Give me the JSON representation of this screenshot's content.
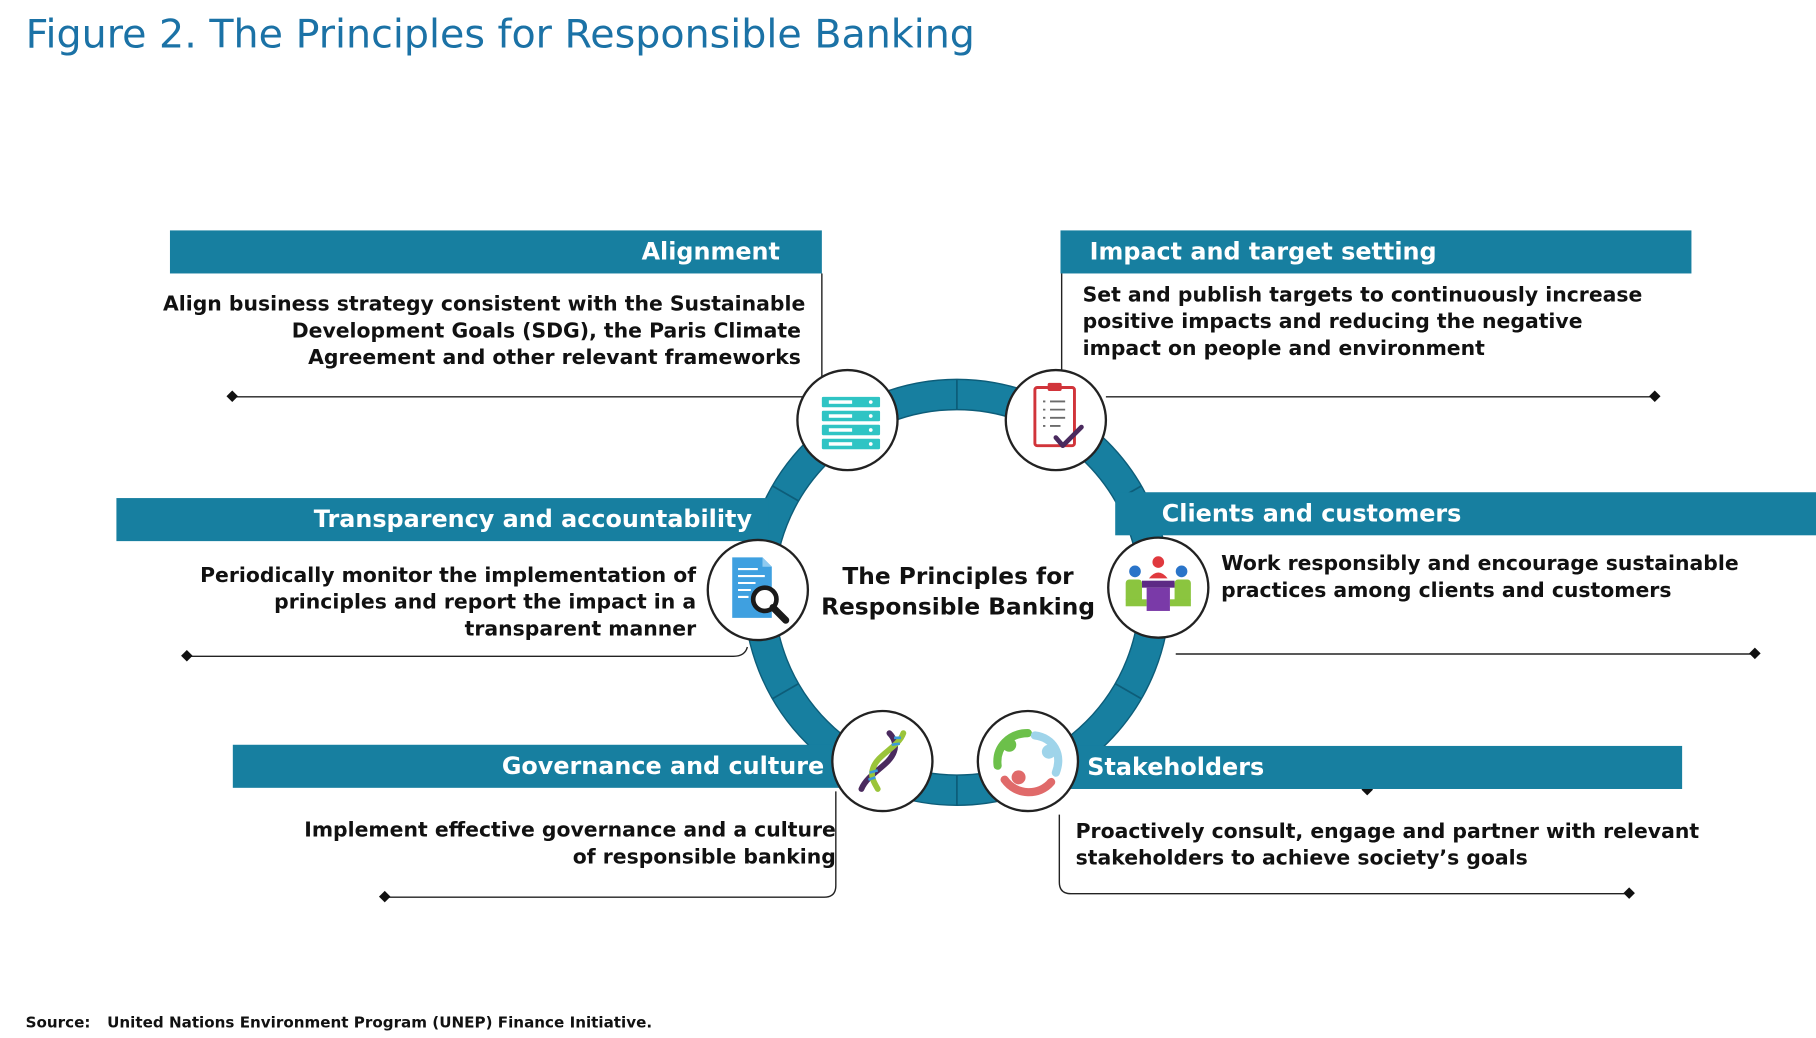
{
  "title": "Figure 2. The Principles for Responsible Banking",
  "center": {
    "line1": "The Principles for",
    "line2": "Responsible Banking"
  },
  "principles": {
    "alignment": {
      "heading": "Alignment",
      "lines": [
        "Align business strategy consistent with the Sustainable",
        "Development Goals (SDG), the Paris Climate",
        "Agreement and other relevant frameworks"
      ],
      "icon": "server-stack-icon"
    },
    "impact": {
      "heading": "Impact and target setting",
      "lines": [
        "Set and publish targets to continuously increase",
        "positive impacts and reducing the negative",
        "impact on people and environment"
      ],
      "icon": "checklist-clipboard-icon"
    },
    "transparency": {
      "heading": "Transparency and accountability",
      "lines": [
        "Periodically monitor the implementation of",
        "principles and report the impact in a",
        "transparent manner"
      ],
      "icon": "document-magnifier-icon"
    },
    "clients": {
      "heading": "Clients and customers",
      "lines": [
        "Work responsibly and encourage sustainable",
        "practices among clients and customers"
      ],
      "icon": "meeting-people-icon"
    },
    "governance": {
      "heading": "Governance and culture",
      "lines": [
        "Implement effective governance and a culture",
        "of responsible banking"
      ],
      "icon": "dna-icon"
    },
    "stakeholders": {
      "heading": "Stakeholders",
      "lines": [
        "Proactively consult, engage and partner with relevant",
        "stakeholders to achieve society’s goals"
      ],
      "icon": "people-circle-icon"
    }
  },
  "source": {
    "label": "Source:",
    "text": "United Nations Environment Program (UNEP) Finance Initiative."
  },
  "colors": {
    "accent": "#177fa0",
    "title": "#1b72a6",
    "ring": "#177fa0",
    "text": "#111111"
  }
}
